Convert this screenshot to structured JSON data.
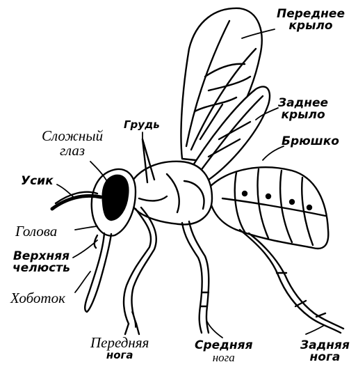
{
  "labels": {
    "front_wing_1": "Переднее",
    "front_wing_2": "крыло",
    "hind_wing_1": "Заднее",
    "hind_wing_2": "крыло",
    "abdomen": "Брюшко",
    "chest": "Грудь",
    "compound_eye_1": "Сложный",
    "compound_eye_2": "глаз",
    "antenna": "Усик",
    "head": "Голова",
    "upper_jaw_1": "Верхняя",
    "upper_jaw_2": "челюсть",
    "proboscis": "Хоботок",
    "front_leg_1": "Передняя",
    "front_leg_2": "нога",
    "middle_leg_1": "Средняя",
    "middle_leg_2": "нога",
    "hind_leg_1": "Задняя",
    "hind_leg_2": "нога"
  }
}
